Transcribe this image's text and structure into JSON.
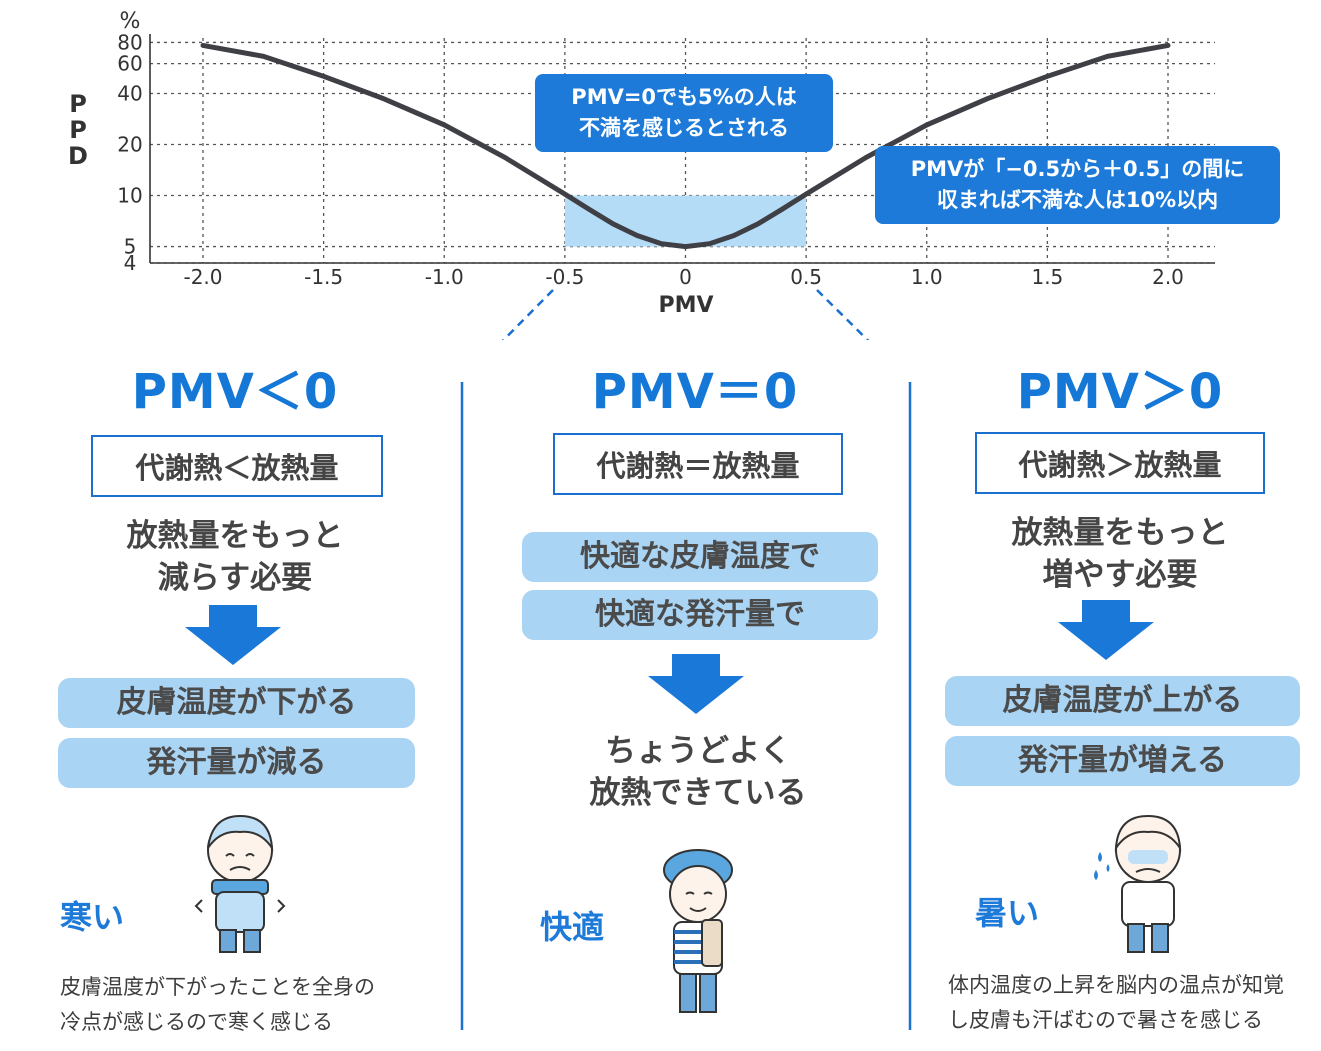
{
  "chart_data": {
    "type": "line",
    "x": [
      -2.0,
      -1.75,
      -1.5,
      -1.25,
      -1.0,
      -0.75,
      -0.5,
      -0.4,
      -0.3,
      -0.2,
      -0.1,
      0.0,
      0.1,
      0.2,
      0.3,
      0.4,
      0.5,
      0.75,
      1.0,
      1.25,
      1.5,
      1.75,
      2.0
    ],
    "y": [
      76.8,
      66.3,
      50.5,
      37.2,
      26.1,
      16.8,
      10.2,
      8.3,
      6.8,
      5.8,
      5.2,
      5.0,
      5.2,
      5.8,
      6.8,
      8.3,
      10.2,
      16.8,
      26.1,
      37.2,
      50.5,
      66.3,
      76.8
    ],
    "xlabel": "PMV",
    "ylabel": "PPD",
    "yunit": "%",
    "x_ticks": [
      "-2.0",
      "-1.5",
      "-1.0",
      "-0.5",
      "0",
      "0.5",
      "1.0",
      "1.5",
      "2.0"
    ],
    "y_ticks": [
      "4",
      "5",
      "10",
      "20",
      "40",
      "60",
      "80"
    ],
    "y_scale": "log",
    "ylim": [
      4,
      100
    ],
    "xlim": [
      -2.0,
      2.0
    ],
    "grid": true,
    "highlight_range": [
      -0.5,
      0.5
    ],
    "annotations": [
      {
        "line1": "PMV=0でも5%の人は",
        "line2": "不満を感じるとされる"
      },
      {
        "line1": "PMVが「−0.5から＋0.5」の間に",
        "line2": "収まれば不満な人は10%以内"
      }
    ]
  },
  "panels": {
    "left": {
      "title": "PMV＜0",
      "box": "代謝熱＜放熱量",
      "text1": "放熱量をもっと",
      "text2": "減らす必要",
      "pill1": "皮膚温度が下がる",
      "pill2": "発汗量が減る",
      "label": "寒い",
      "desc1": "皮膚温度が下がったことを全身の",
      "desc2": "冷点が感じるので寒く感じる"
    },
    "center": {
      "title": "PMV＝0",
      "box": "代謝熱＝放熱量",
      "pill1": "快適な皮膚温度で",
      "pill2": "快適な発汗量で",
      "text1": "ちょうどよく",
      "text2": "放熱できている",
      "label": "快適"
    },
    "right": {
      "title": "PMV＞0",
      "box": "代謝熱＞放熱量",
      "text1": "放熱量をもっと",
      "text2": "増やす必要",
      "pill1": "皮膚温度が上がる",
      "pill2": "発汗量が増える",
      "label": "暑い",
      "desc1": "体内温度の上昇を脳内の温点が知覚",
      "desc2": "し皮膚も汗ばむので暑さを感じる"
    }
  },
  "colors": {
    "accent": "#1d7ad8",
    "pill": "#a9d4f4",
    "curve": "#3f3f46",
    "highlight": "#b5dcf6"
  }
}
